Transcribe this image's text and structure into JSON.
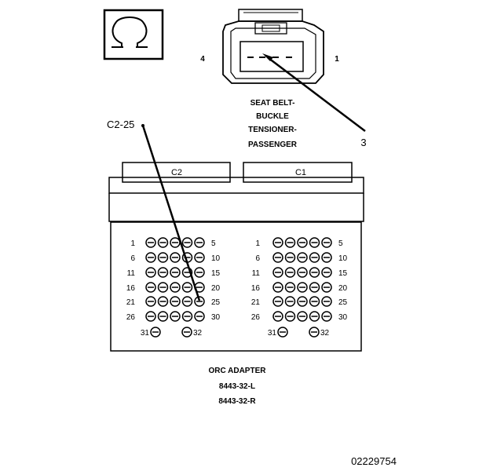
{
  "symbol": {
    "icon": "ohm-icon",
    "meaning": "resistance measurement"
  },
  "connector": {
    "pin_left": "4",
    "pin_right": "1",
    "name_lines": [
      "SEAT BELT-",
      "BUCKLE",
      "TENSIONER-",
      "PASSENGER"
    ],
    "callout": "3"
  },
  "adapter": {
    "probe_label": "C2-25",
    "c2_label": "C2",
    "c1_label": "C1",
    "name_lines": [
      "ORC ADAPTER",
      "8443-32-L",
      "8443-32-R"
    ],
    "rows": [
      {
        "left": "1",
        "right": "5"
      },
      {
        "left": "6",
        "right": "10"
      },
      {
        "left": "11",
        "right": "15"
      },
      {
        "left": "16",
        "right": "20"
      },
      {
        "left": "21",
        "right": "25"
      },
      {
        "left": "26",
        "right": "30"
      }
    ],
    "bottom_left": "31",
    "bottom_right": "32"
  },
  "figure_id": "02229754"
}
